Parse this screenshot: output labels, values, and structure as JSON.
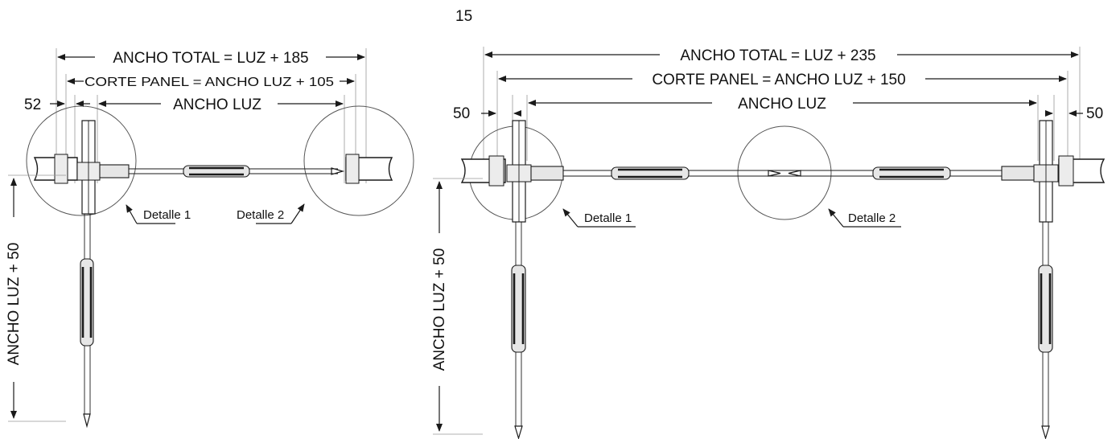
{
  "left_diagram": {
    "total_width_label": "ANCHO TOTAL = LUZ + 185",
    "panel_cut_label": "CORTE PANEL = ANCHO LUZ + 105",
    "opening_label": "ANCHO LUZ",
    "offset_left_value": "52",
    "vertical_label": "ANCHO LUZ + 50",
    "detail1_label": "Detalle 1",
    "detail2_label": "Detalle 2"
  },
  "right_diagram": {
    "top_offset_value": "15",
    "total_width_label": "ANCHO TOTAL = LUZ + 235",
    "panel_cut_label": "CORTE PANEL = ANCHO LUZ + 150",
    "opening_label": "ANCHO LUZ",
    "offset_left_value": "50",
    "offset_right_value": "50",
    "vertical_label": "ANCHO LUZ + 50",
    "detail1_label": "Detalle 1",
    "detail2_label": "Detalle 2"
  }
}
